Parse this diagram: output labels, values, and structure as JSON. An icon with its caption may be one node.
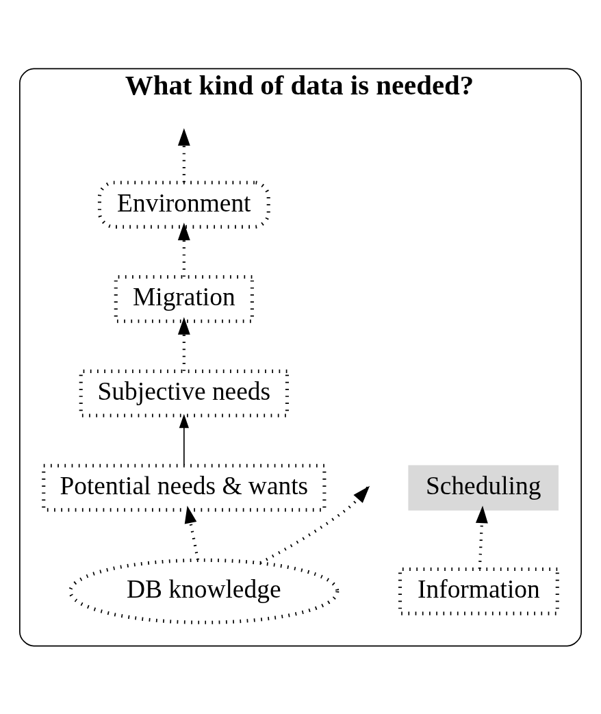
{
  "diagram": {
    "nodes": [
      {
        "text": [
          "What kind of data is needed?"
        ]
      },
      {
        "text": [
          "Migration"
        ],
        "in": 0
      },
      {
        "text": [
          "Information"
        ],
        "in": 0
      },
      {
        "text": [
          "Scheduling"
        ],
        "in": 0
      },
      {
        "text": [
          "Subjective needs"
        ],
        "in": 0
      },
      {
        "text": [
          "DB knowledge"
        ],
        "in": 0
      },
      {
        "text": [
          "Environment"
        ],
        "in": 0
      },
      {
        "text": [
          "Potential needs & wants"
        ],
        "in": 0
      }
    ],
    "edges": [
      {
        "from": 1,
        "to": 6,
        "arrow": "to",
        "style": "dashed"
      },
      {
        "from": 2,
        "to": 3,
        "arrow": "to",
        "style": "dashed"
      },
      {
        "from": 4,
        "to": 1,
        "arrow": "to",
        "style": "dashed"
      },
      {
        "from": 7,
        "to": 4,
        "arrow": "to"
      },
      {
        "from": 6,
        "to": null,
        "arrow": "to",
        "style": "dashed"
      },
      {
        "from": 5,
        "to": null,
        "arrow": "to",
        "style": "dashed"
      },
      {
        "from": 5,
        "to": 7,
        "arrow": "to",
        "style": "dashed"
      }
    ]
  }
}
